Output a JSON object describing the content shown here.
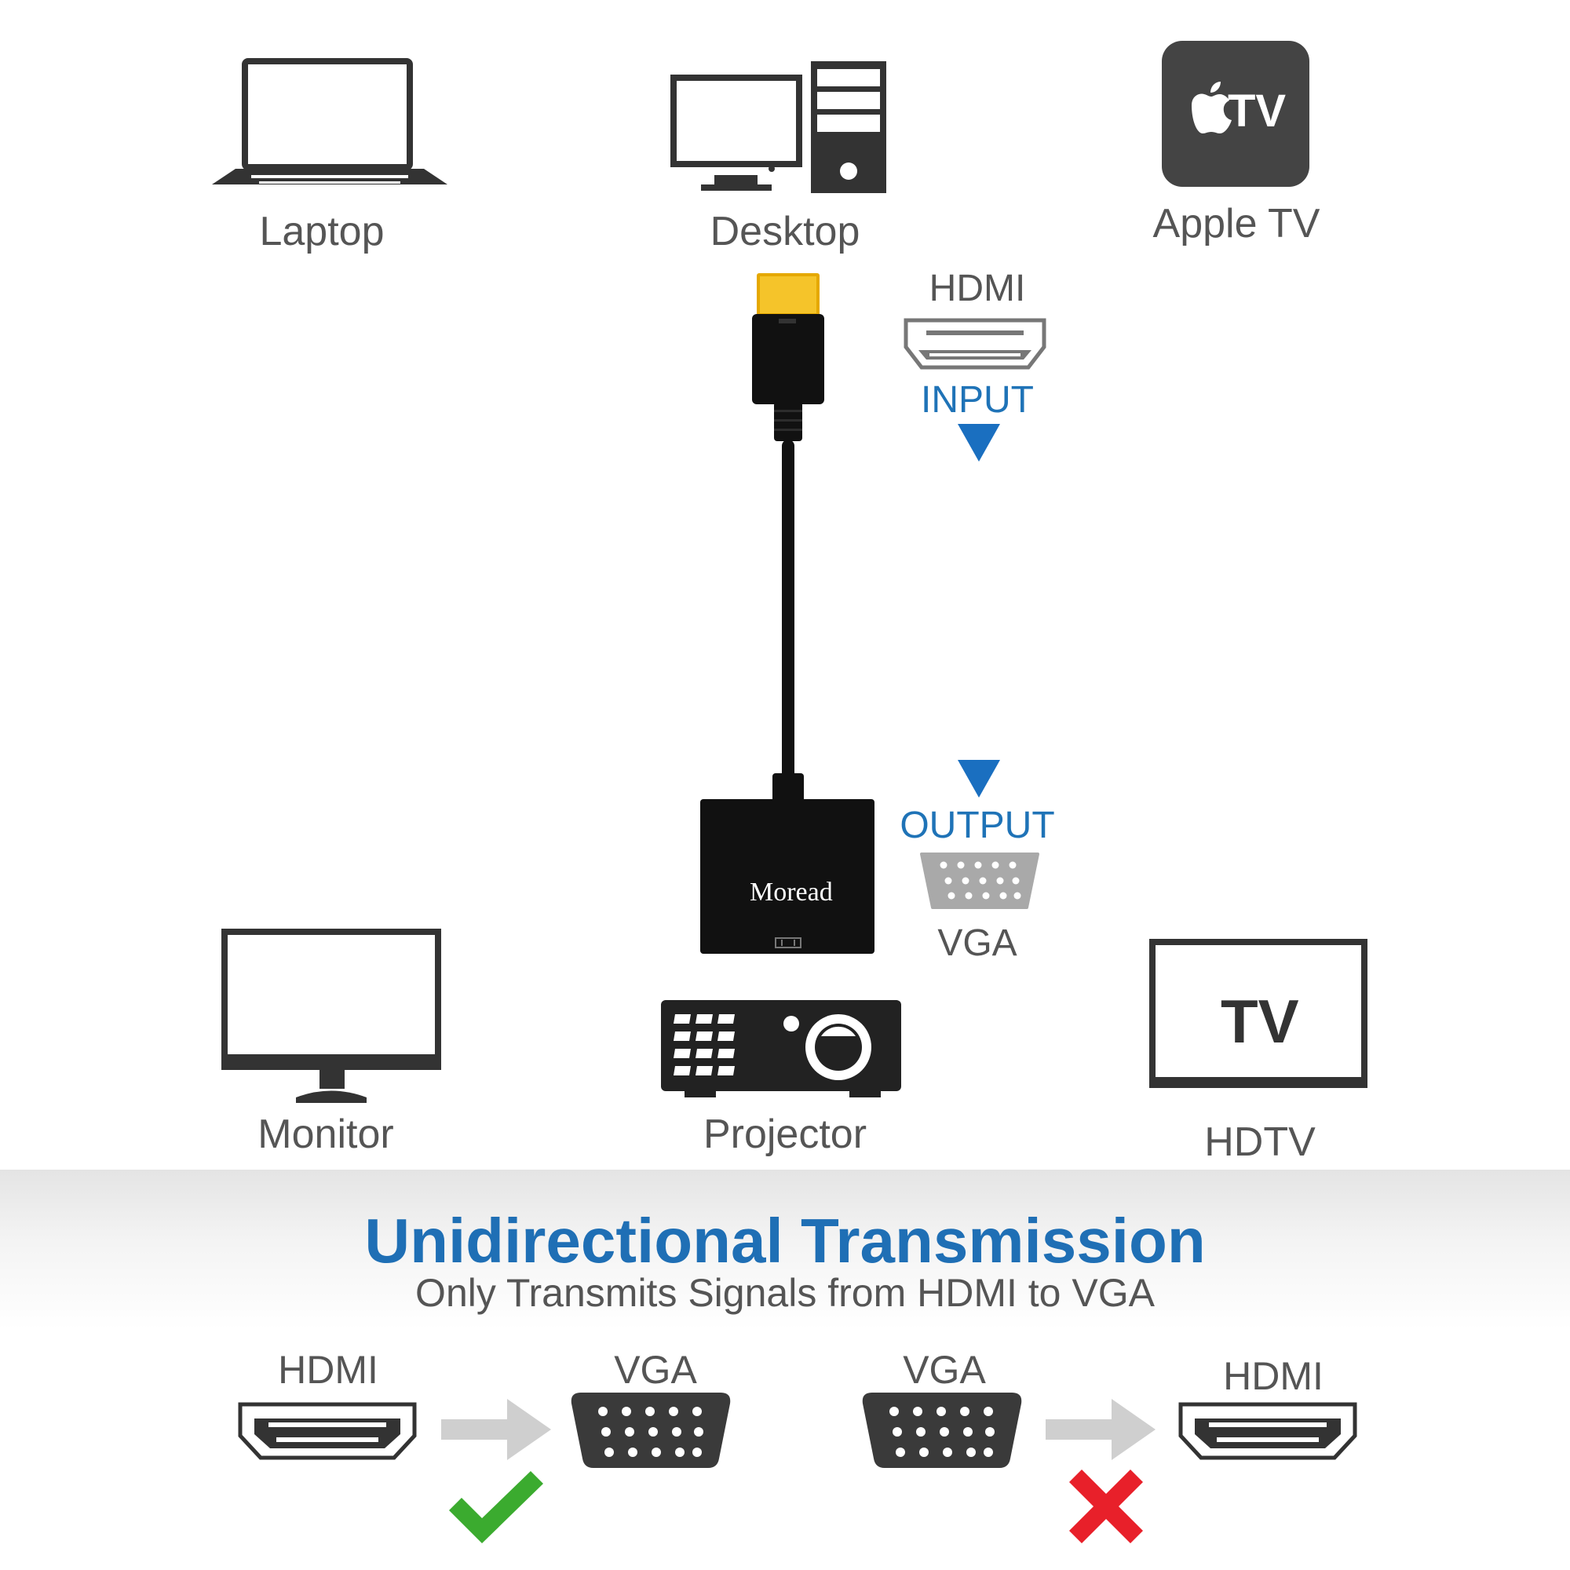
{
  "devices": {
    "laptop": "Laptop",
    "desktop": "Desktop",
    "apple_tv": "Apple TV",
    "apple_tv_badge": "TV",
    "monitor": "Monitor",
    "projector": "Projector",
    "hdtv": "HDTV",
    "hdtv_screen": "TV"
  },
  "adapter": {
    "brand": "Moread",
    "input_port": "HDMI",
    "input_label": "INPUT",
    "output_label": "OUTPUT",
    "output_port": "VGA"
  },
  "transmission": {
    "title": "Unidirectional Transmission",
    "subtitle": "Only Transmits Signals from HDMI to VGA",
    "supported": {
      "from": "HDMI",
      "to": "VGA"
    },
    "unsupported": {
      "from": "VGA",
      "to": "HDMI"
    }
  },
  "colors": {
    "accent_blue": "#1f6fb5",
    "check_green": "#3bab2f",
    "cross_red": "#e8202a",
    "icon_dark": "#333333",
    "gold": "#e5a800"
  },
  "icons": [
    "laptop-icon",
    "desktop-icon",
    "apple-tv-icon",
    "monitor-icon",
    "projector-icon",
    "hdtv-icon",
    "hdmi-port-icon",
    "vga-port-icon",
    "arrow-right-icon",
    "check-icon",
    "cross-icon",
    "triangle-down-icon"
  ]
}
